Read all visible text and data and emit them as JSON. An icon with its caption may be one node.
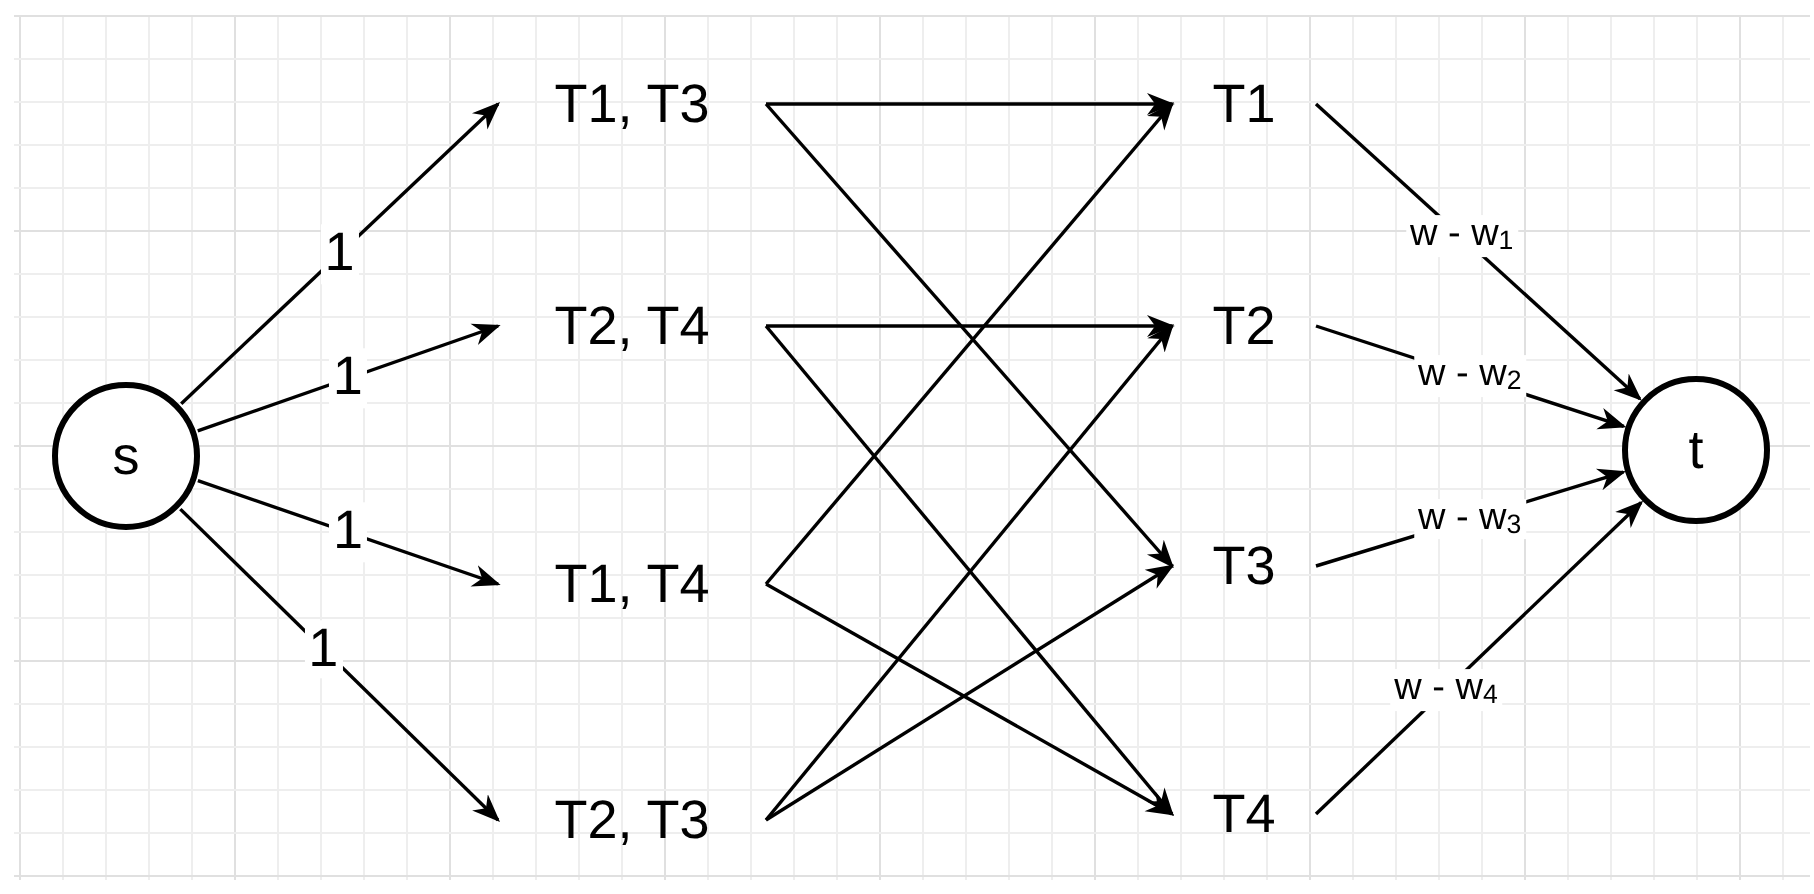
{
  "diagram": {
    "nodes": [
      {
        "text": [
          "s"
        ]
      },
      {
        "text": [
          "T1, T3"
        ]
      },
      {
        "text": [
          "T2, T4"
        ]
      },
      {
        "text": [
          "T1, T4"
        ]
      },
      {
        "text": [
          "T2, T3"
        ]
      },
      {
        "text": [
          "T1"
        ]
      },
      {
        "text": [
          "T2"
        ]
      },
      {
        "text": [
          "T3"
        ]
      },
      {
        "text": [
          "T4"
        ]
      },
      {
        "text": [
          "t"
        ]
      }
    ],
    "edges": [
      {
        "from": 0,
        "to": 1,
        "arrow": "to",
        "label": "1"
      },
      {
        "from": 0,
        "to": 2,
        "arrow": "to",
        "label": "1"
      },
      {
        "from": 0,
        "to": 3,
        "arrow": "to",
        "label": "1"
      },
      {
        "from": 0,
        "to": 4,
        "arrow": "to",
        "label": "1"
      },
      {
        "from": 1,
        "to": 5,
        "arrow": "to"
      },
      {
        "from": 1,
        "to": 7,
        "arrow": "to"
      },
      {
        "from": 2,
        "to": 6,
        "arrow": "to"
      },
      {
        "from": 2,
        "to": 8,
        "arrow": "to"
      },
      {
        "from": 3,
        "to": 5,
        "arrow": "to"
      },
      {
        "from": 3,
        "to": 8,
        "arrow": "to"
      },
      {
        "from": 4,
        "to": 6,
        "arrow": "to"
      },
      {
        "from": 4,
        "to": 7,
        "arrow": "to"
      },
      {
        "from": 5,
        "to": 9,
        "arrow": "to",
        "label": "w - w$_{1}$"
      },
      {
        "from": 6,
        "to": 9,
        "arrow": "to",
        "label": "w - w$_{2}$"
      },
      {
        "from": 7,
        "to": 9,
        "arrow": "to",
        "label": "w - w$_{3}$"
      },
      {
        "from": 8,
        "to": 9,
        "arrow": "to",
        "label": "w - w$_{4}$"
      }
    ]
  }
}
